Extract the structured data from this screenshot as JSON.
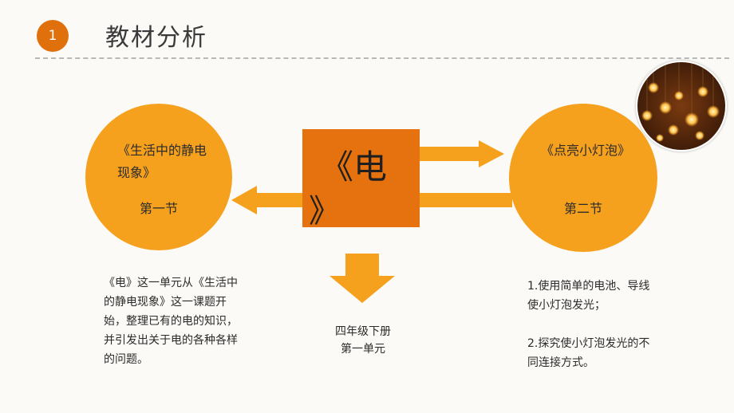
{
  "header": {
    "badge_number": "1",
    "title": "教材分析"
  },
  "colors": {
    "accent": "#e0700c",
    "circle": "#f6a11e",
    "center_box": "#e5720e"
  },
  "left_circle": {
    "name": "《生活中的静电现象》",
    "section": "第一节"
  },
  "right_circle": {
    "name": "《点亮小灯泡》",
    "section": "第二节"
  },
  "center_box": {
    "line1": "《电",
    "line2": "》"
  },
  "notes": {
    "left": "《电》这一单元从《生活中的静电现象》这一课题开始，整理已有的电的知识，并引发出关于电的各种各样的问题。",
    "center_line1": "四年级下册",
    "center_line2": "第一单元",
    "right_item1": "1.使用简单的电池、导线使小灯泡发光；",
    "right_item2": "2.探究使小灯泡发光的不同连接方式。"
  },
  "image_icon": "light-bulbs-photo"
}
